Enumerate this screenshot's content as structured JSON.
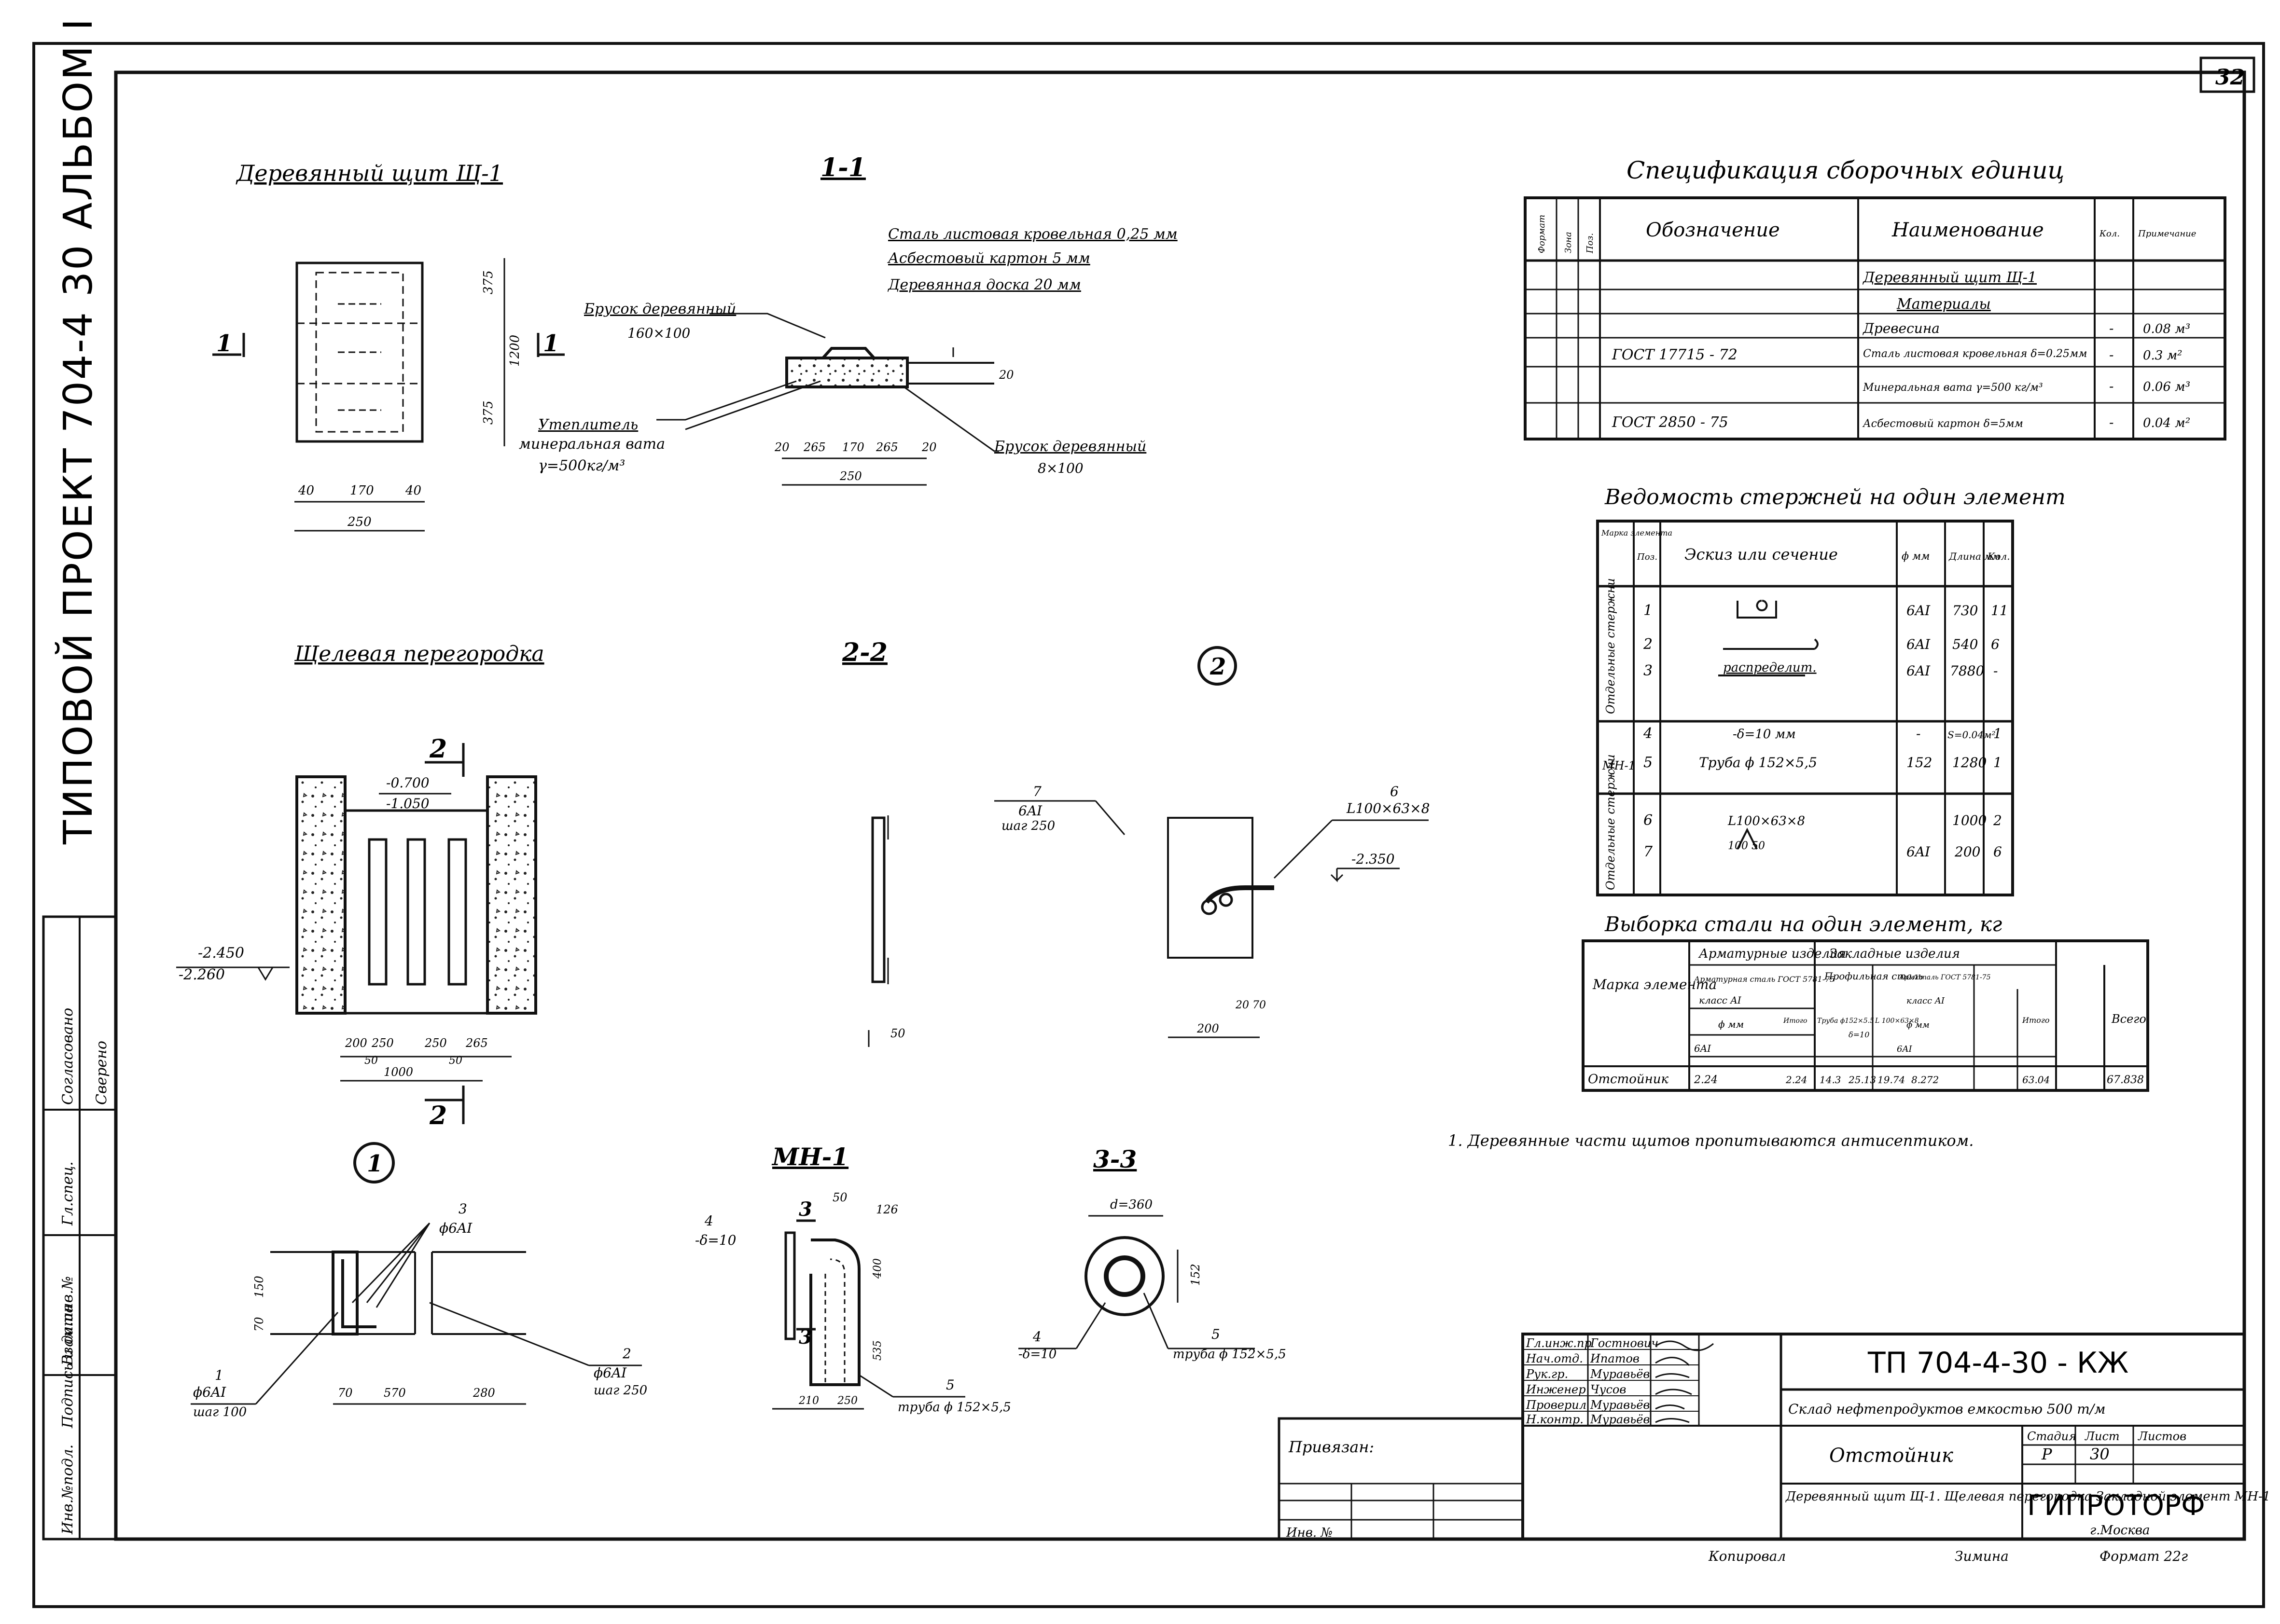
{
  "side_stamp": {
    "title": "ТИПОВОЙ  ПРОЕКТ 704-4 30   АЛЬБОМ I",
    "roles": [
      "Инв.№подл.",
      "Подпись и дата",
      "Взам.инв.№",
      "Гл.спец.",
      "Согласовано",
      "Сверено"
    ]
  },
  "sheet_corner": "32",
  "drawings": {
    "shield_title": "Деревянный щит Щ-1",
    "shield_cut_mark": "1",
    "shield_dims": {
      "h_top": "375",
      "h_total": "1200",
      "h_bot": "375",
      "w_total": "250",
      "w1": "40",
      "w2": "170",
      "w3": "40"
    },
    "section_1_title": "1-1",
    "section_1_layers": [
      "Сталь листовая кровельная 0,25 мм",
      "Асбестовый картон  5 мм",
      "Деревянная доска  20 мм"
    ],
    "section_1_notes": [
      "Брусок деревянный",
      "160×100",
      "Утеплитель",
      "минеральная вата",
      "γ=500кг/м³",
      "Брусок деревянный",
      "8×100"
    ],
    "section_1_dims": [
      "20",
      "265",
      "170",
      "265",
      "20",
      "250",
      "20"
    ],
    "partition_title": "Щелевая перегородка",
    "partition_marks": {
      "cut": "2",
      "top_level": "-0.700",
      "top_level2": "-1.050",
      "bot_level": "-2.450",
      "bot_level2": "-2.260"
    },
    "partition_dims": [
      "200",
      "250",
      "250",
      "265",
      "50",
      "50",
      "1000"
    ],
    "section_2_title": "2-2",
    "section_2_labels": [
      "7",
      "6AI",
      "шаг 250",
      "6",
      "L100×63×8",
      "-2.350",
      "50",
      "20 70",
      "200"
    ],
    "node_2": "2",
    "node_1": "1",
    "node_1_labels": [
      "3",
      "ϕ6AI",
      "1",
      "ϕ6AI",
      "шаг 100",
      "2",
      "ϕ6AI",
      "шаг 250",
      "70",
      "570",
      "280",
      "150",
      "70"
    ],
    "mn_title": "МН-1",
    "mn_labels": [
      "4",
      "-δ=10",
      "3",
      "50",
      "126",
      "3",
      "5",
      "труба ϕ 152×5,5",
      "210",
      "250",
      "400",
      "535"
    ],
    "section_3_title": "3-3",
    "section_3_labels": [
      "d=360",
      "152",
      "4",
      "-δ=10",
      "5",
      "труба ϕ 152×5,5"
    ]
  },
  "spec_table": {
    "title": "Спецификация сборочных единиц",
    "headers": [
      "Формат",
      "Зона",
      "Поз.",
      "Обозначение",
      "Наименование",
      "Кол.",
      "Примечание"
    ],
    "rows": [
      [
        "",
        "",
        "",
        "",
        "Деревянный щит Щ-1",
        "",
        ""
      ],
      [
        "",
        "",
        "",
        "",
        "Материалы",
        "",
        ""
      ],
      [
        "",
        "",
        "",
        "",
        "Древесина",
        "-",
        "0.08 м³"
      ],
      [
        "",
        "",
        "",
        "ГОСТ 17715 - 72",
        "Сталь листовая кровельная δ=0.25мм",
        "-",
        "0.3 м²"
      ],
      [
        "",
        "",
        "",
        "",
        "Минеральная вата γ=500 кг/м³",
        "-",
        "0.06 м³"
      ],
      [
        "",
        "",
        "",
        "ГОСТ 2850 - 75",
        "Асбестовый картон δ=5мм",
        "-",
        "0.04 м²"
      ]
    ]
  },
  "rods_table": {
    "title": "Ведомость стержней на один элемент",
    "headers": [
      "Марка элемента",
      "Поз.",
      "Эскиз или сечение",
      "ϕ мм",
      "Длина мм",
      "Кол."
    ],
    "groups": [
      "Отдельные стержни",
      "МН-1",
      "Отдельные стержни"
    ],
    "rows": [
      [
        "1",
        "",
        "6AI",
        "730",
        "11"
      ],
      [
        "2",
        "",
        "6AI",
        "540",
        "6"
      ],
      [
        "3",
        "распределит.",
        "6AI",
        "7880",
        "-"
      ],
      [
        "4",
        "-δ=10 мм",
        "-",
        "S=0.04м²",
        "1"
      ],
      [
        "5",
        "Труба ϕ 152×5,5",
        "152",
        "1280",
        "1"
      ],
      [
        "6",
        "L100×63×8",
        "",
        "1000",
        "2"
      ],
      [
        "7",
        "100 50",
        "6AI",
        "200",
        "6"
      ]
    ]
  },
  "steel_table": {
    "title": "Выборка стали на один элемент,  кг",
    "headers": {
      "mark": "Марка элемента",
      "armature": "Арматурные изделия",
      "embedded": "Закладные изделия",
      "arm_steel": "Арматурная сталь ГОСТ 5781-75",
      "class": "класс AI",
      "dia": "ϕ мм",
      "d6": "6AI",
      "total1": "Итого",
      "profile": "Профильная сталь",
      "pipe": "Труба ϕ152×5.5",
      "plate": "δ=10",
      "angle": "L 100×63×8",
      "arm2": "Арм.сталь ГОСТ 5781-75",
      "class2": "класс AI",
      "dia2": "ϕ мм",
      "d6b": "6AI",
      "total2": "Итого",
      "grand": "Всего"
    },
    "row": [
      "Отстойник",
      "2.24",
      "",
      "",
      "2.24",
      "14.3",
      "25.13",
      "19.74",
      "8.272",
      "",
      "63.04",
      "67.838"
    ]
  },
  "notes": [
    "1. Деревянные части щитов пропитываются антисептиком."
  ],
  "title_block": {
    "code": "ТП  704-4-30 - КЖ",
    "project": "Склад нефтепродуктов емкостью 500 т/м",
    "object": "Отстойник",
    "sheet_name": "Деревянный щит Щ-1. Щелевая перегородка Закладной элемент МН-1",
    "stage_label": "Стадия",
    "sheet_label": "Лист",
    "sheets_label": "Листов",
    "stage": "Р",
    "sheet": "30",
    "org": "ГИПРОТОРФ",
    "city": "г.Москва",
    "bound": "Привязан:",
    "inv": "Инв. №",
    "roles": [
      "Гл.инж.пр",
      "Нач.отд.",
      "Рук.гр.",
      "Инженер",
      "Проверил",
      "Н.контр."
    ],
    "names": [
      "Гостнович",
      "Ипатов",
      "Муравьёв",
      "Чусов",
      "Муравьёв",
      "Муравьёв"
    ],
    "copied": "Копировал",
    "copier": "Зимина",
    "format": "Формат 22г"
  }
}
